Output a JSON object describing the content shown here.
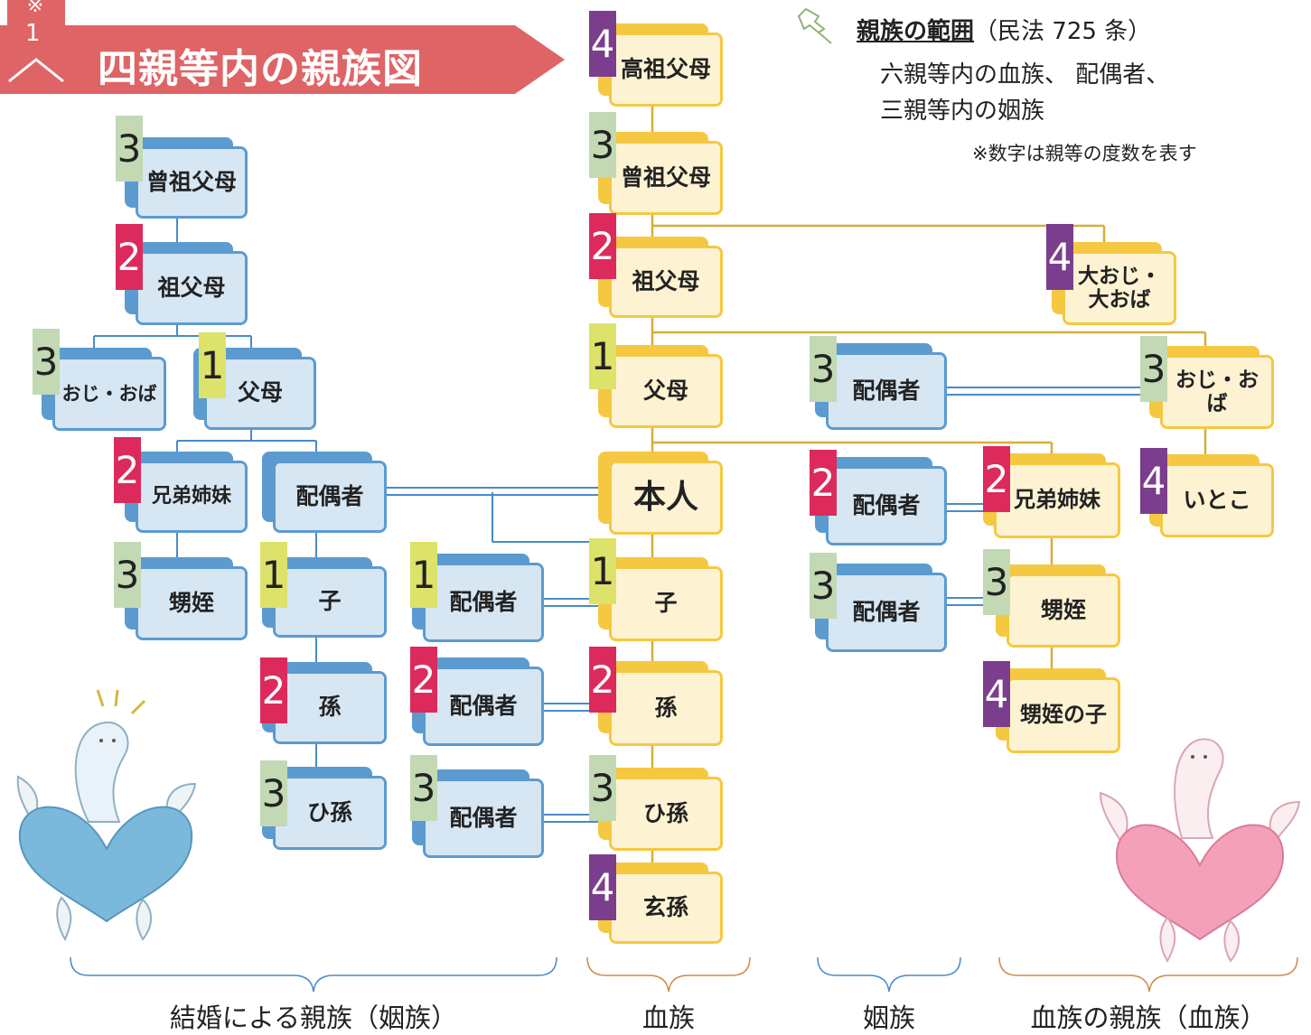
{
  "header": {
    "note_mark": "※",
    "note_number": "1",
    "title": "四親等内の親族図"
  },
  "info": {
    "heading": "親族の範囲",
    "heading_ref": "（民法 725 条）",
    "line1": "六親等内の血族、 配偶者、",
    "line2": "三親等内の姻族",
    "note": "※数字は親等の度数を表す"
  },
  "colors": {
    "blood_line": "#d7ad3c",
    "affinity_line": "#4a8ac8",
    "degree_1": "#dde26a",
    "degree_2": "#dc2a5c",
    "degree_3": "#c2d9b4",
    "degree_4": "#7b3e8c",
    "banner": "#df6466"
  },
  "nodes": {
    "koso": {
      "label": "高祖父母",
      "degree": "4"
    },
    "soso": {
      "label": "曾祖父母",
      "degree": "3"
    },
    "sofu": {
      "label": "祖父母",
      "degree": "2"
    },
    "ooji": {
      "label": "大おじ・\n大おば",
      "degree": "4"
    },
    "fubo": {
      "label": "父母",
      "degree": "1"
    },
    "haigu_oji": {
      "label": "配偶者",
      "degree": "3"
    },
    "oji": {
      "label": "おじ・おば",
      "degree": "3"
    },
    "honnin": {
      "label": "本人"
    },
    "haigu_kyo": {
      "label": "配偶者",
      "degree": "2"
    },
    "kyodai": {
      "label": "兄弟姉妹",
      "degree": "2"
    },
    "itoko": {
      "label": "いとこ",
      "degree": "4"
    },
    "ko": {
      "label": "子",
      "degree": "1"
    },
    "haigu_oi": {
      "label": "配偶者",
      "degree": "3"
    },
    "oi": {
      "label": "甥姪",
      "degree": "3"
    },
    "oinoko": {
      "label": "甥姪の子",
      "degree": "4"
    },
    "mago": {
      "label": "孫",
      "degree": "2"
    },
    "himago": {
      "label": "ひ孫",
      "degree": "3"
    },
    "genson": {
      "label": "玄孫",
      "degree": "4"
    },
    "in_soso": {
      "label": "曾祖父母",
      "degree": "3"
    },
    "in_sofu": {
      "label": "祖父母",
      "degree": "2"
    },
    "in_oji": {
      "label": "おじ・おば",
      "degree": "3"
    },
    "in_fubo": {
      "label": "父母",
      "degree": "1"
    },
    "in_kyodai": {
      "label": "兄弟姉妹",
      "degree": "2"
    },
    "in_haigu": {
      "label": "配偶者"
    },
    "in_oi": {
      "label": "甥姪",
      "degree": "3"
    },
    "in_ko": {
      "label": "子",
      "degree": "1"
    },
    "in_mago": {
      "label": "孫",
      "degree": "2"
    },
    "in_himago": {
      "label": "ひ孫",
      "degree": "3"
    },
    "ko_haigu": {
      "label": "配偶者",
      "degree": "1"
    },
    "mago_haigu": {
      "label": "配偶者",
      "degree": "2"
    },
    "himago_haigu": {
      "label": "配偶者",
      "degree": "3"
    }
  },
  "footer": {
    "affinity_by_marriage": "結婚による親族（姻族）",
    "blood": "血族",
    "affinity": "姻族",
    "blood_relatives": "血族の親族（血族）"
  }
}
